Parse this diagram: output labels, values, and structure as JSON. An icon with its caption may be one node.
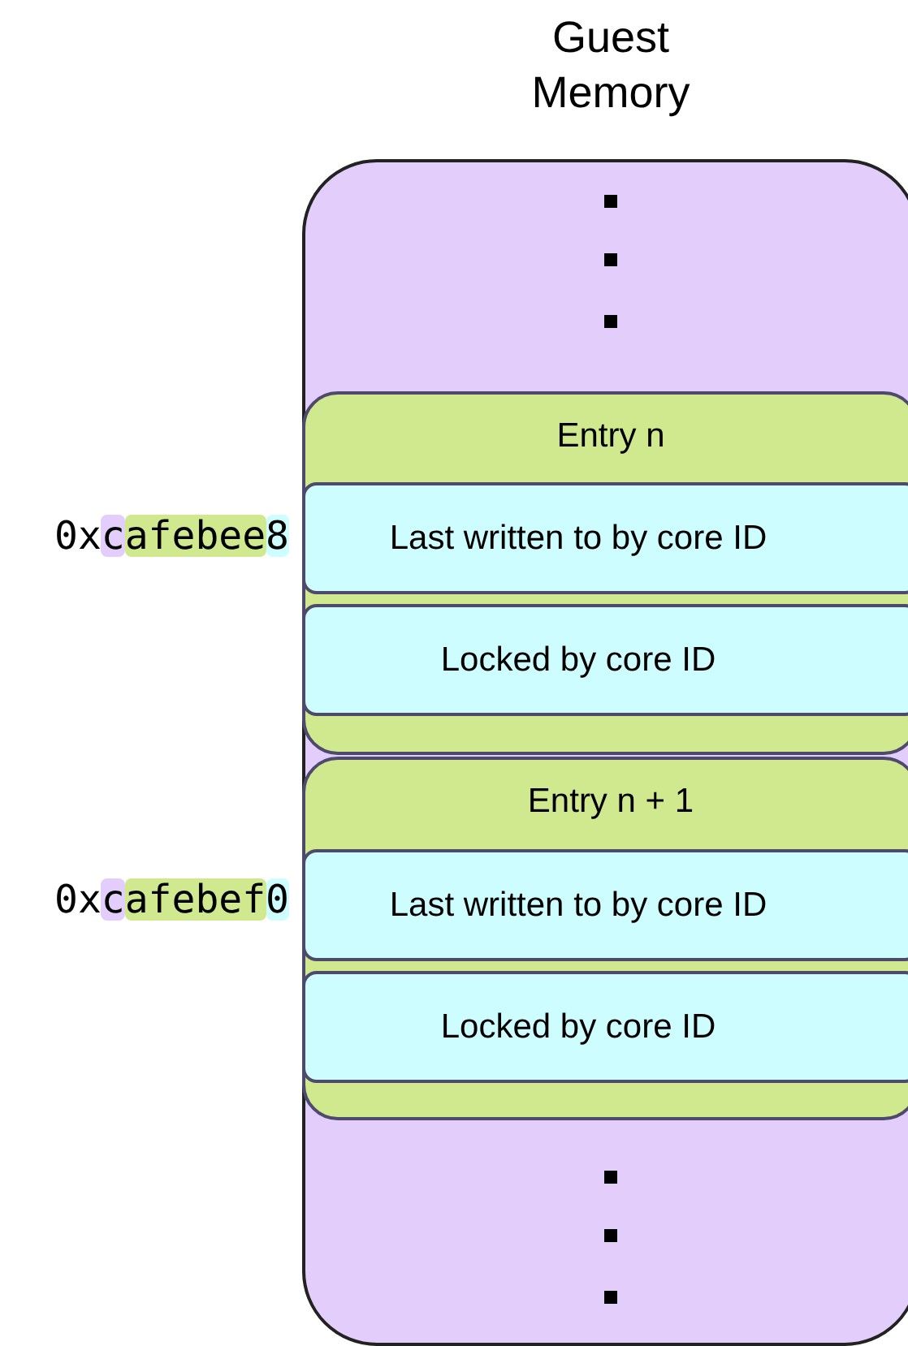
{
  "diagram": {
    "nodes": [
      {
        "text": [
          "Guest Memory"
        ]
      },
      {
        "text": [
          "Entry n"
        ],
        "in": 0
      },
      {
        "text": [
          "Last written to by core ID"
        ],
        "in": 1
      },
      {
        "text": [
          "Locked by core ID"
        ],
        "in": 1
      },
      {
        "text": [
          "Entry n + 1"
        ],
        "in": 0
      },
      {
        "text": [
          "Last written to by core ID"
        ],
        "in": 4
      },
      {
        "text": [
          "Locked by core ID"
        ],
        "in": 4
      }
    ],
    "labels": [
      "0xcafebee8",
      "0xcafebef0"
    ]
  }
}
